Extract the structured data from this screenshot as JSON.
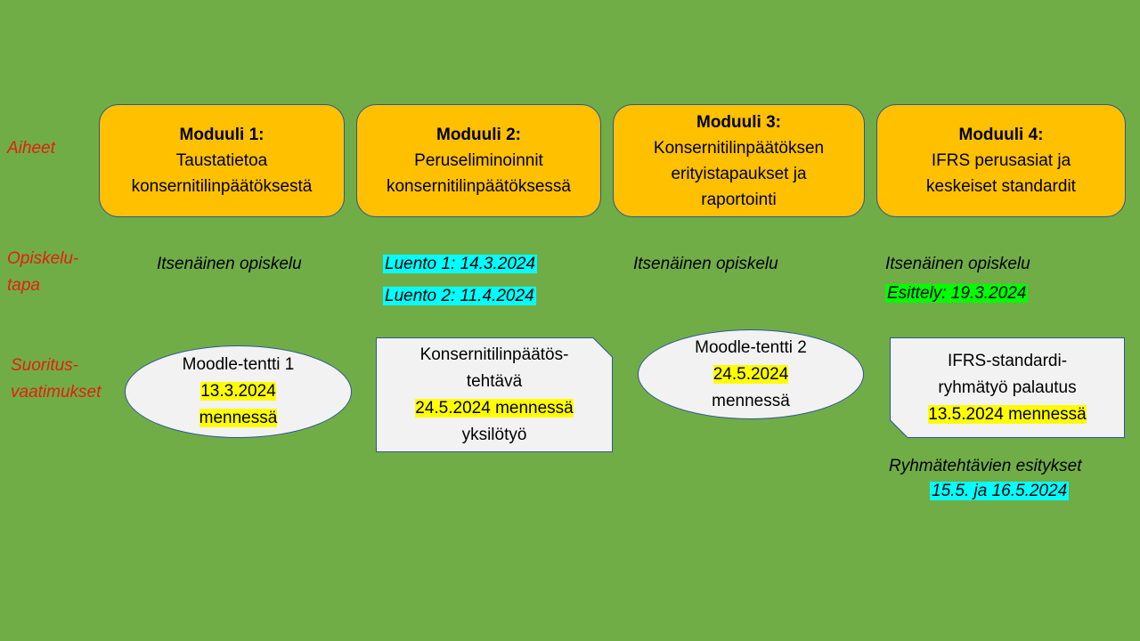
{
  "row_labels": {
    "topics": "Aiheet",
    "study_method": "Opiskelu-\ntapa",
    "requirements": "Suoritus-\nvaatimukset"
  },
  "modules": [
    {
      "title": "Moduuli 1:",
      "lines": [
        "Taustatietoa",
        "konsernitilinpäätöksestä"
      ]
    },
    {
      "title": "Moduuli 2:",
      "lines": [
        "Peruseliminoinnit",
        "konsernitilinpäätöksessä"
      ]
    },
    {
      "title": "Moduuli 3:",
      "lines": [
        "Konsernitilinpäätöksen",
        "erityistapaukset ja",
        "raportointi"
      ]
    },
    {
      "title": "Moduuli 4:",
      "lines": [
        "IFRS perusasiat ja",
        "keskeiset standardit"
      ]
    }
  ],
  "study": {
    "m1": "Itsenäinen opiskelu",
    "m2_lecture1": "Luento 1:  14.3.2024",
    "m2_lecture2": "Luento 2:  11.4.2024",
    "m3": "Itsenäinen opiskelu",
    "m4": "Itsenäinen opiskelu",
    "m4_presentation": "Esittely: 19.3.2024"
  },
  "requirements": {
    "m1": {
      "line1": "Moodle-tentti 1",
      "date": "13.3.2024",
      "suffix": "mennessä"
    },
    "m2": {
      "line1": "Konsernitilinpäätös-",
      "line2": "tehtävä",
      "date": "24.5.2024 mennessä",
      "line4": "yksilötyö"
    },
    "m3": {
      "line1": "Moodle-tentti 2",
      "date": "24.5.2024",
      "suffix": "mennessä"
    },
    "m4": {
      "line1": "IFRS-standardi-",
      "line2": "ryhmätyö palautus",
      "date": "13.5.2024 mennessä"
    }
  },
  "group_presentations": {
    "label": "Ryhmätehtävien esitykset",
    "dates": "15.5. ja 16.5.2024"
  },
  "colors": {
    "background": "#70ad47",
    "module_fill": "#ffc000",
    "label_red": "#e2200e",
    "highlight_cyan": "#00ffff",
    "highlight_green": "#00ff00",
    "highlight_yellow": "#ffff00",
    "shape_fill": "#f2f2f2",
    "outline": "#2f5597"
  }
}
